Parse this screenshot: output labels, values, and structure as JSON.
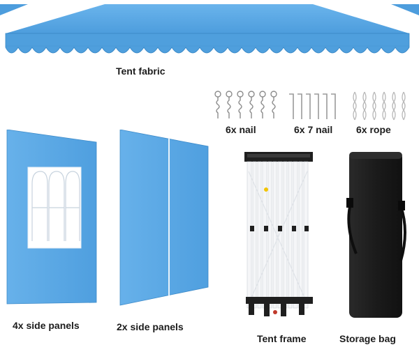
{
  "labels": {
    "tent_fabric": "Tent fabric",
    "nail_6x": "6x nail",
    "nail_7": "6x 7 nail",
    "rope": "6x rope",
    "side_panels_4x": "4x side panels",
    "side_panels_2x": "2x side panels",
    "tent_frame": "Tent frame",
    "storage_bag": "Storage bag"
  },
  "colors": {
    "fabric_blue": "#5aa8e4",
    "fabric_dark": "#3f8fd0",
    "panel_blue": "#5ba9e6",
    "bag_black": "#1b1b1b",
    "frame_white": "#f2f4f6",
    "text": "#1c1c1c"
  }
}
